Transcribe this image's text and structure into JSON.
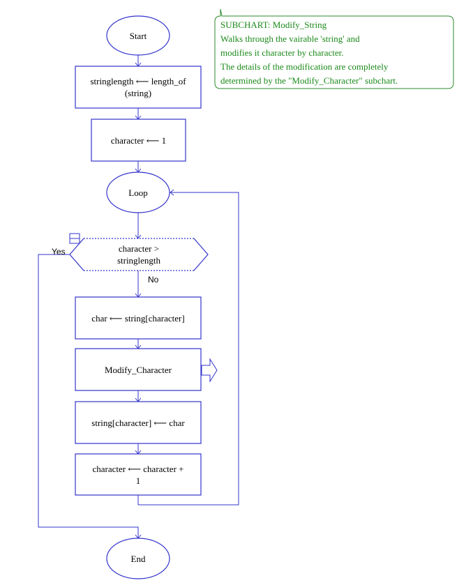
{
  "colors": {
    "flow": "#3333cc",
    "comment_text": "#1a8a1a",
    "comment_border": "#2e8b2e"
  },
  "nodes": {
    "start": "Start",
    "assign_stringlength": "stringlength ⟵ length_of\n(string)",
    "assign_character": "character ⟵ 1",
    "loop": "Loop",
    "condition": "character >\nstringlength",
    "assign_char": "char ⟵ string[character]",
    "call_modify_character": "Modify_Character",
    "assign_string_character": "string[character] ⟵ char",
    "increment_character": "character ⟵ character  +\n1",
    "end": "End"
  },
  "labels": {
    "yes": "Yes",
    "no": "No"
  },
  "comment": {
    "line1": "SUBCHART: Modify_String",
    "line2": "Walks through the vairable 'string' and",
    "line3": "modifies it character by character.",
    "line4": "The details of the modification are completely",
    "line5": "determined by the \"Modify_Character\" subchart."
  }
}
